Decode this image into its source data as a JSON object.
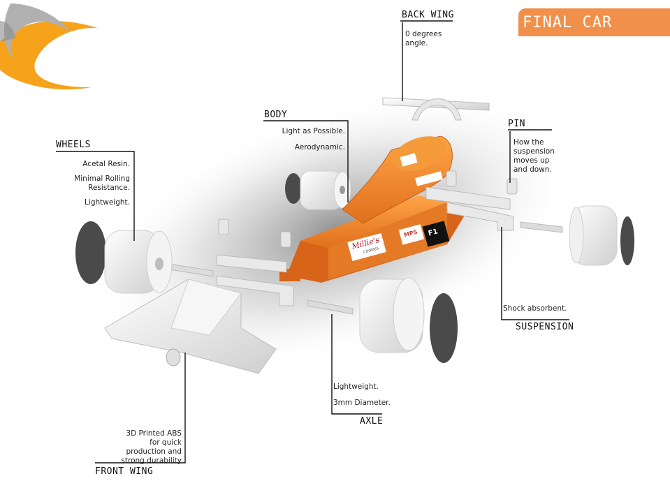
{
  "title": "FINAL CAR",
  "labels": {
    "back_wing": {
      "heading": "BACK WING",
      "notes": [
        "0 degrees",
        "angle."
      ]
    },
    "body": {
      "heading": "BODY",
      "notes": [
        "Light as Possible.",
        "Aerodynamic."
      ]
    },
    "pin": {
      "heading": "PIN",
      "notes": [
        "How the",
        "suspension",
        "moves up",
        "and down."
      ]
    },
    "wheels": {
      "heading": "WHEELS",
      "notes": [
        "Acetal Resin.",
        "Minimal Rolling",
        "Resistance.",
        "Lightweight."
      ]
    },
    "suspension": {
      "heading": "SUSPENSION",
      "notes": [
        "Shock absorbent."
      ]
    },
    "axle": {
      "heading": "AXLE",
      "notes": [
        "Lightweight.",
        "3mm Diameter."
      ]
    },
    "front_wing": {
      "heading": "FRONT WING",
      "notes": [
        "3D Printed ABS",
        "for quick",
        "production and",
        "strong durability"
      ]
    }
  },
  "decals": {
    "sponsor_script": "Millie's",
    "sponsor_sub": "COOKIES",
    "mps": "MPS",
    "f1_badge": "F1"
  },
  "colors": {
    "accent_orange": "#f0904a",
    "body_orange": "#f28a2a",
    "swoosh_grey": "#a8a8a8",
    "part_white": "#eeeeee",
    "tyre_dark": "#4a4a4a"
  }
}
